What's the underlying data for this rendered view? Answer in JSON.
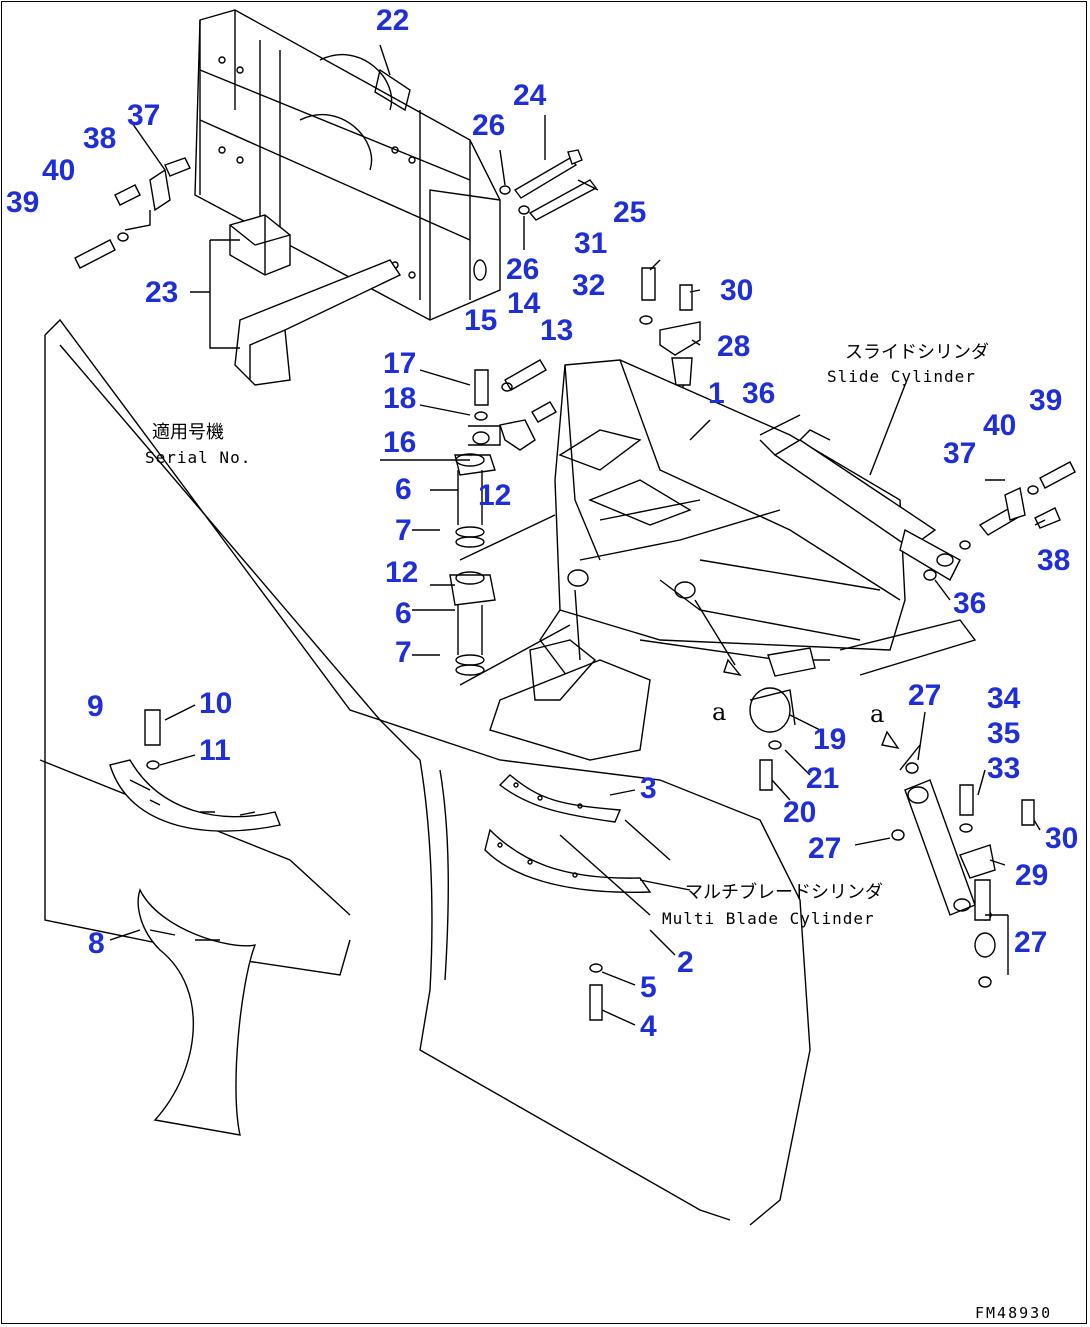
{
  "figure_code": "FM48930",
  "serial_label": {
    "jp": "適用号機",
    "en": "Serial No."
  },
  "cylinder_labels": {
    "slide_jp": "スライドシリンダ",
    "slide_en": "Slide Cylinder",
    "multi_jp": "マルチブレードシリンダ",
    "multi_en": "Multi Blade Cylinder"
  },
  "view_marks": [
    "a",
    "a"
  ],
  "callouts": [
    "22",
    "24",
    "26",
    "37",
    "38",
    "40",
    "39",
    "25",
    "26",
    "31",
    "32",
    "30",
    "23",
    "15",
    "14",
    "13",
    "28",
    "17",
    "1",
    "36",
    "18",
    "16",
    "12",
    "6",
    "7",
    "12",
    "6",
    "7",
    "9",
    "10",
    "11",
    "19",
    "21",
    "20",
    "3",
    "8",
    "2",
    "5",
    "4",
    "39",
    "40",
    "37",
    "38",
    "36",
    "27",
    "34",
    "35",
    "33",
    "30",
    "27",
    "29",
    "27"
  ],
  "colors": {
    "callout": "#1f2fd8",
    "line": "#000000",
    "background": "#ffffff"
  }
}
